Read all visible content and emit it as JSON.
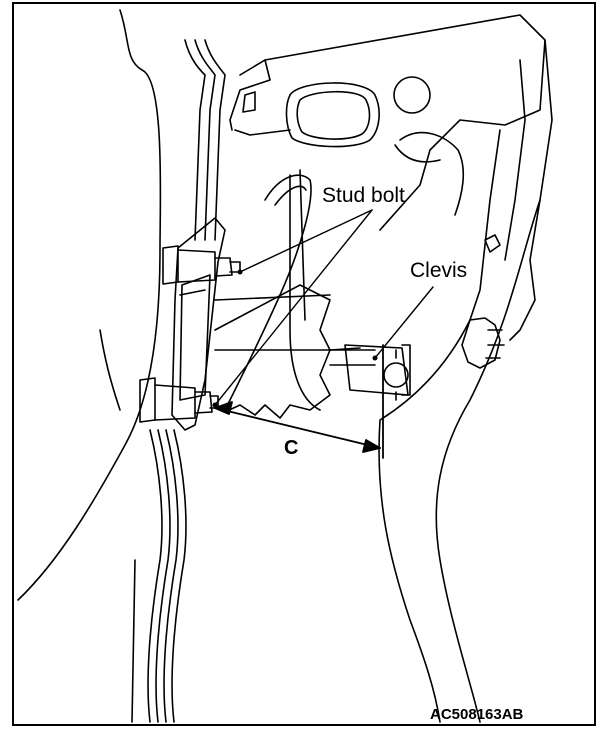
{
  "labels": {
    "stud_bolt": "Stud bolt",
    "clevis": "Clevis",
    "dimension": "C",
    "figure_code": "AC508163AB"
  },
  "colors": {
    "line": "#000000",
    "background": "#ffffff"
  }
}
